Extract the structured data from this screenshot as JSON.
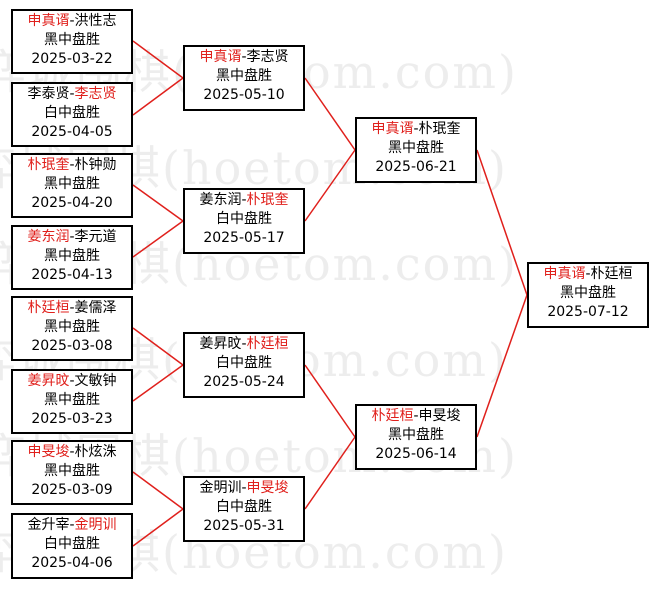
{
  "watermark": "弈城围棋(hoetom.com)",
  "matches": {
    "r1": [
      {
        "p1": "申真谞",
        "p2": "洪性志",
        "winner": 1,
        "result": "黑中盘胜",
        "date": "2025-03-22"
      },
      {
        "p1": "李泰贤",
        "p2": "李志贤",
        "winner": 2,
        "result": "白中盘胜",
        "date": "2025-04-05"
      },
      {
        "p1": "朴珉奎",
        "p2": "朴钟勋",
        "winner": 1,
        "result": "黑中盘胜",
        "date": "2025-04-20"
      },
      {
        "p1": "姜东润",
        "p2": "李元道",
        "winner": 1,
        "result": "黑中盘胜",
        "date": "2025-04-13"
      },
      {
        "p1": "朴廷桓",
        "p2": "姜儒泽",
        "winner": 1,
        "result": "黑中盘胜",
        "date": "2025-03-08"
      },
      {
        "p1": "姜昇旼",
        "p2": "文敏钟",
        "winner": 1,
        "result": "黑中盘胜",
        "date": "2025-03-23"
      },
      {
        "p1": "申旻埈",
        "p2": "朴炫洙",
        "winner": 1,
        "result": "黑中盘胜",
        "date": "2025-03-09"
      },
      {
        "p1": "金升宰",
        "p2": "金明训",
        "winner": 2,
        "result": "白中盘胜",
        "date": "2025-04-06"
      }
    ],
    "r2": [
      {
        "p1": "申真谞",
        "p2": "李志贤",
        "winner": 1,
        "result": "黑中盘胜",
        "date": "2025-05-10"
      },
      {
        "p1": "姜东润",
        "p2": "朴珉奎",
        "winner": 2,
        "result": "白中盘胜",
        "date": "2025-05-17"
      },
      {
        "p1": "姜昇旼",
        "p2": "朴廷桓",
        "winner": 2,
        "result": "白中盘胜",
        "date": "2025-05-24"
      },
      {
        "p1": "金明训",
        "p2": "申旻埈",
        "winner": 2,
        "result": "白中盘胜",
        "date": "2025-05-31"
      }
    ],
    "r3": [
      {
        "p1": "申真谞",
        "p2": "朴珉奎",
        "winner": 1,
        "result": "黑中盘胜",
        "date": "2025-06-21"
      },
      {
        "p1": "朴廷桓",
        "p2": "申旻埈",
        "winner": 1,
        "result": "黑中盘胜",
        "date": "2025-06-14"
      }
    ],
    "r4": [
      {
        "p1": "申真谞",
        "p2": "朴廷桓",
        "winner": 1,
        "result": "黑中盘胜",
        "date": "2025-07-12"
      }
    ]
  },
  "colors": {
    "winner": "#e0201c",
    "loser": "#000000",
    "connector": "#e0201c",
    "border": "#000000"
  }
}
